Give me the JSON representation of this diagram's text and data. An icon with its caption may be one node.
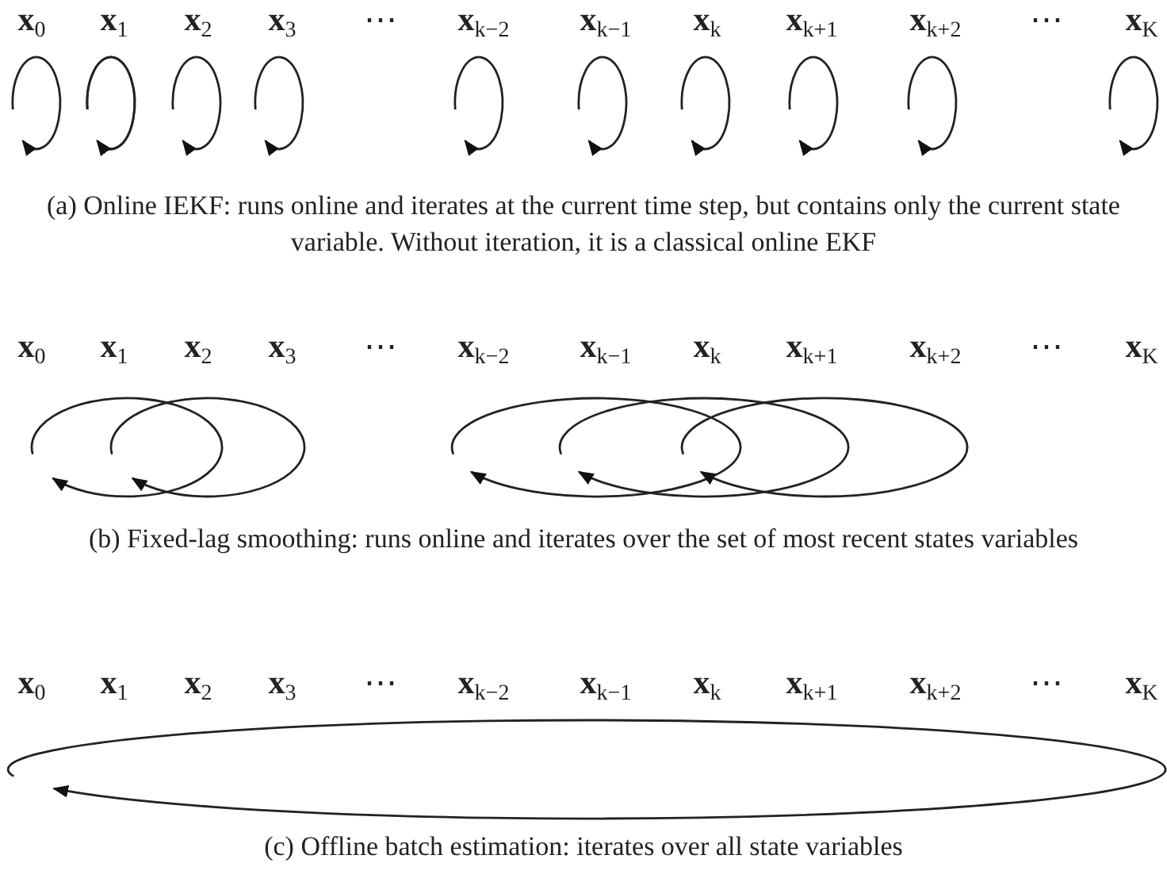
{
  "diagram": {
    "labels": [
      "**x**$_{0}$",
      "**x**$_{1}$",
      "**x**$_{2}$",
      "**x**$_{3}$",
      "⋯",
      "**x**$_{k−2}$",
      "**x**$_{k−1}$",
      "**x**$_{k}$",
      "**x**$_{k+1}$",
      "**x**$_{k+2}$",
      "⋯",
      "**x**$_{K}$",
      "(a) Online IEKF: runs online and iterates at the current time step, but contains only the current state variable. Without iteration, it is a classical online EKF",
      "**x**$_{0}$",
      "**x**$_{1}$",
      "**x**$_{2}$",
      "**x**$_{3}$",
      "⋯",
      "**x**$_{k−2}$",
      "**x**$_{k−1}$",
      "**x**$_{k}$",
      "**x**$_{k+1}$",
      "**x**$_{k+2}$",
      "⋯",
      "**x**$_{K}$",
      "(b) Fixed-lag smoothing: runs online and iterates over the set of most recent states variables",
      "**x**$_{0}$",
      "**x**$_{1}$",
      "**x**$_{2}$",
      "**x**$_{3}$",
      "⋯",
      "**x**$_{k−2}$",
      "**x**$_{k−1}$",
      "**x**$_{k}$",
      "**x**$_{k+1}$",
      "**x**$_{k+2}$",
      "⋯",
      "**x**$_{K}$",
      "(c) Offline batch estimation: iterates over all state variables"
    ]
  }
}
